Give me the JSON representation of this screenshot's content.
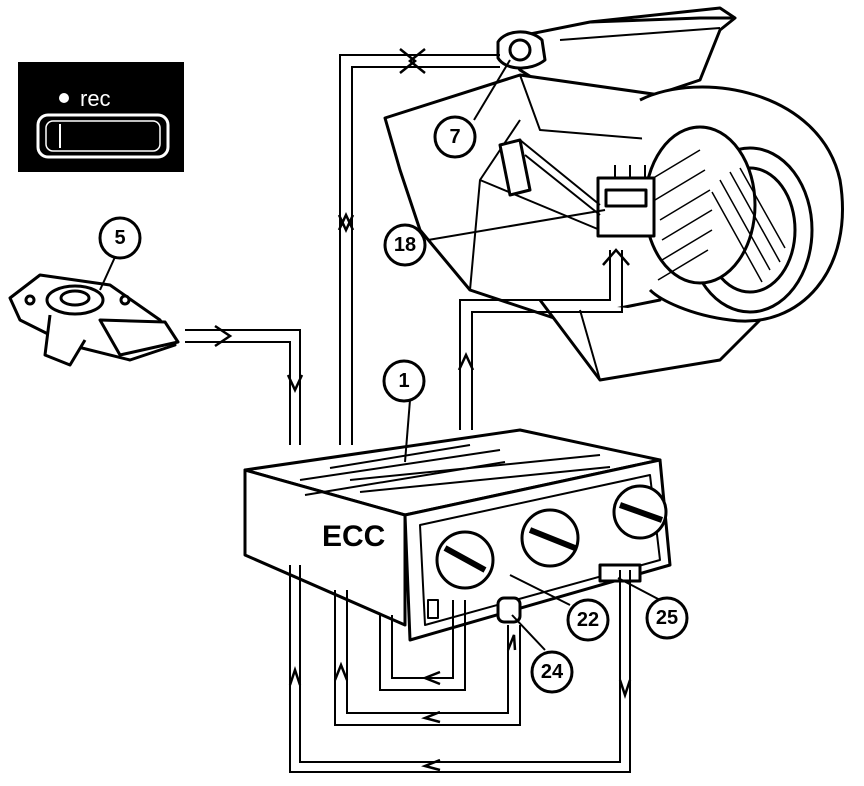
{
  "rec_badge": {
    "label": "rec"
  },
  "ecc_label": "ECC",
  "callouts": [
    {
      "id": "1",
      "label": "1"
    },
    {
      "id": "5",
      "label": "5"
    },
    {
      "id": "7",
      "label": "7"
    },
    {
      "id": "18",
      "label": "18"
    },
    {
      "id": "22",
      "label": "22"
    },
    {
      "id": "24",
      "label": "24"
    },
    {
      "id": "25",
      "label": "25"
    }
  ],
  "colors": {
    "ink": "#000000",
    "paper": "#ffffff"
  }
}
